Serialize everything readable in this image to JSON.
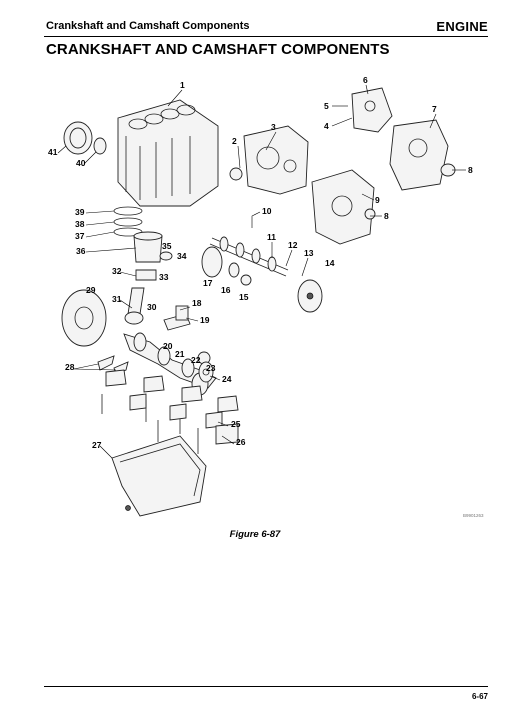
{
  "header": {
    "section_title": "Crankshaft and Camshaft Components",
    "chapter": "ENGINE"
  },
  "page_title": "CRANKSHAFT AND CAMSHAFT COMPONENTS",
  "figure": {
    "caption": "Figure 6-87",
    "code": "B9901263",
    "callouts": [
      "1",
      "2",
      "3",
      "4",
      "5",
      "6",
      "7",
      "8",
      "8",
      "9",
      "10",
      "11",
      "12",
      "13",
      "14",
      "15",
      "16",
      "17",
      "18",
      "19",
      "20",
      "21",
      "22",
      "23",
      "24",
      "25",
      "26",
      "27",
      "28",
      "29",
      "30",
      "31",
      "32",
      "33",
      "34",
      "35",
      "36",
      "37",
      "38",
      "39",
      "40",
      "41"
    ]
  },
  "footer": {
    "page_number": "6-67"
  }
}
